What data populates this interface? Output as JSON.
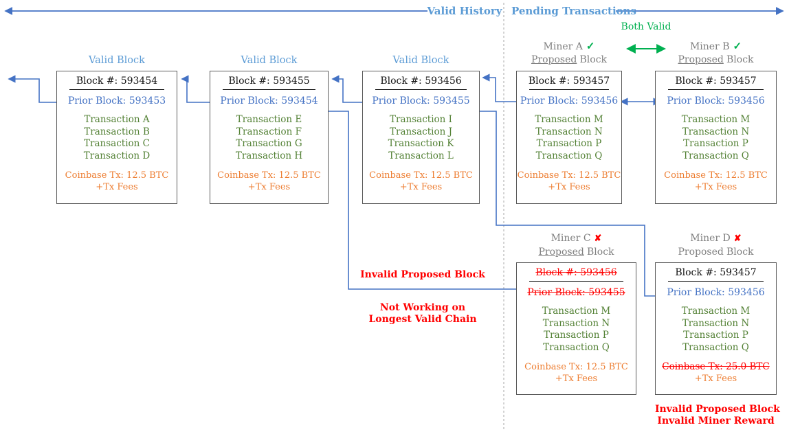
{
  "header": {
    "valid_history": "Valid History",
    "pending_transactions": "Pending Transactions"
  },
  "annotations": {
    "both_valid": "Both Valid",
    "invalid_proposed_block": "Invalid Proposed Block",
    "not_working_line1": "Not Working on",
    "not_working_line2": "Longest Valid Chain",
    "miner_d_invalid_1": "Invalid Proposed Block",
    "miner_d_invalid_2": "Invalid Miner Reward"
  },
  "colors": {
    "accent-blue": "#4472C4",
    "light-blue": "#5B9BD5",
    "green-tx": "#538135",
    "bright-green": "#00B050",
    "orange": "#ED7D31",
    "red": "#FF0000",
    "gray-label": "#7F7F7F",
    "border-gray": "#595959",
    "separator-gray": "#C0C0C0"
  },
  "icons": {
    "check": "✓",
    "cross": "✘"
  },
  "blocks": [
    {
      "title": "Valid Block",
      "block_no": "Block #: 593454",
      "prior": "Prior Block: 593453",
      "txs": [
        "Transaction A",
        "Transaction B",
        "Transaction C",
        "Transaction D"
      ],
      "coinbase": "Coinbase Tx: 12.5 BTC",
      "fees": "+Tx Fees"
    },
    {
      "title": "Valid Block",
      "block_no": "Block #: 593455",
      "prior": "Prior Block: 593454",
      "txs": [
        "Transaction E",
        "Transaction F",
        "Transaction G",
        "Transaction H"
      ],
      "coinbase": "Coinbase Tx: 12.5 BTC",
      "fees": "+Tx Fees"
    },
    {
      "title": "Valid Block",
      "block_no": "Block #: 593456",
      "prior": "Prior Block: 593455",
      "txs": [
        "Transaction I",
        "Transaction J",
        "Transaction K",
        "Transaction L"
      ],
      "coinbase": "Coinbase Tx: 12.5 BTC",
      "fees": "+Tx Fees"
    },
    {
      "miner": "Miner A",
      "verdict": "✓",
      "proposed_word": "Proposed",
      "block_word": "Block",
      "block_no": "Block #: 593457",
      "prior": "Prior Block: 593456",
      "txs": [
        "Transaction M",
        "Transaction N",
        "Transaction P",
        "Transaction Q"
      ],
      "coinbase": "Coinbase Tx: 12.5 BTC",
      "fees": "+Tx Fees"
    },
    {
      "miner": "Miner B",
      "verdict": "✓",
      "proposed_word": "Proposed",
      "block_word": "Block",
      "block_no": "Block #: 593457",
      "prior": "Prior Block: 593456",
      "txs": [
        "Transaction M",
        "Transaction N",
        "Transaction P",
        "Transaction Q"
      ],
      "coinbase": "Coinbase Tx: 12.5 BTC",
      "fees": "+Tx Fees"
    },
    {
      "miner": "Miner C",
      "verdict": "✘",
      "proposed_word": "Proposed",
      "block_word": "Block",
      "block_no": "Block #: 593456",
      "prior": "Prior Block: 593455",
      "txs": [
        "Transaction M",
        "Transaction N",
        "Transaction P",
        "Transaction Q"
      ],
      "coinbase": "Coinbase Tx: 12.5 BTC",
      "fees": "+Tx Fees"
    },
    {
      "miner": "Miner D",
      "verdict": "✘",
      "proposed_word": "Proposed",
      "block_word": "Block",
      "block_no": "Block #: 593457",
      "prior": "Prior Block: 593456",
      "txs": [
        "Transaction M",
        "Transaction N",
        "Transaction P",
        "Transaction Q"
      ],
      "coinbase": "Coinbase Tx: 25.0 BTC",
      "fees": "+Tx Fees"
    }
  ]
}
